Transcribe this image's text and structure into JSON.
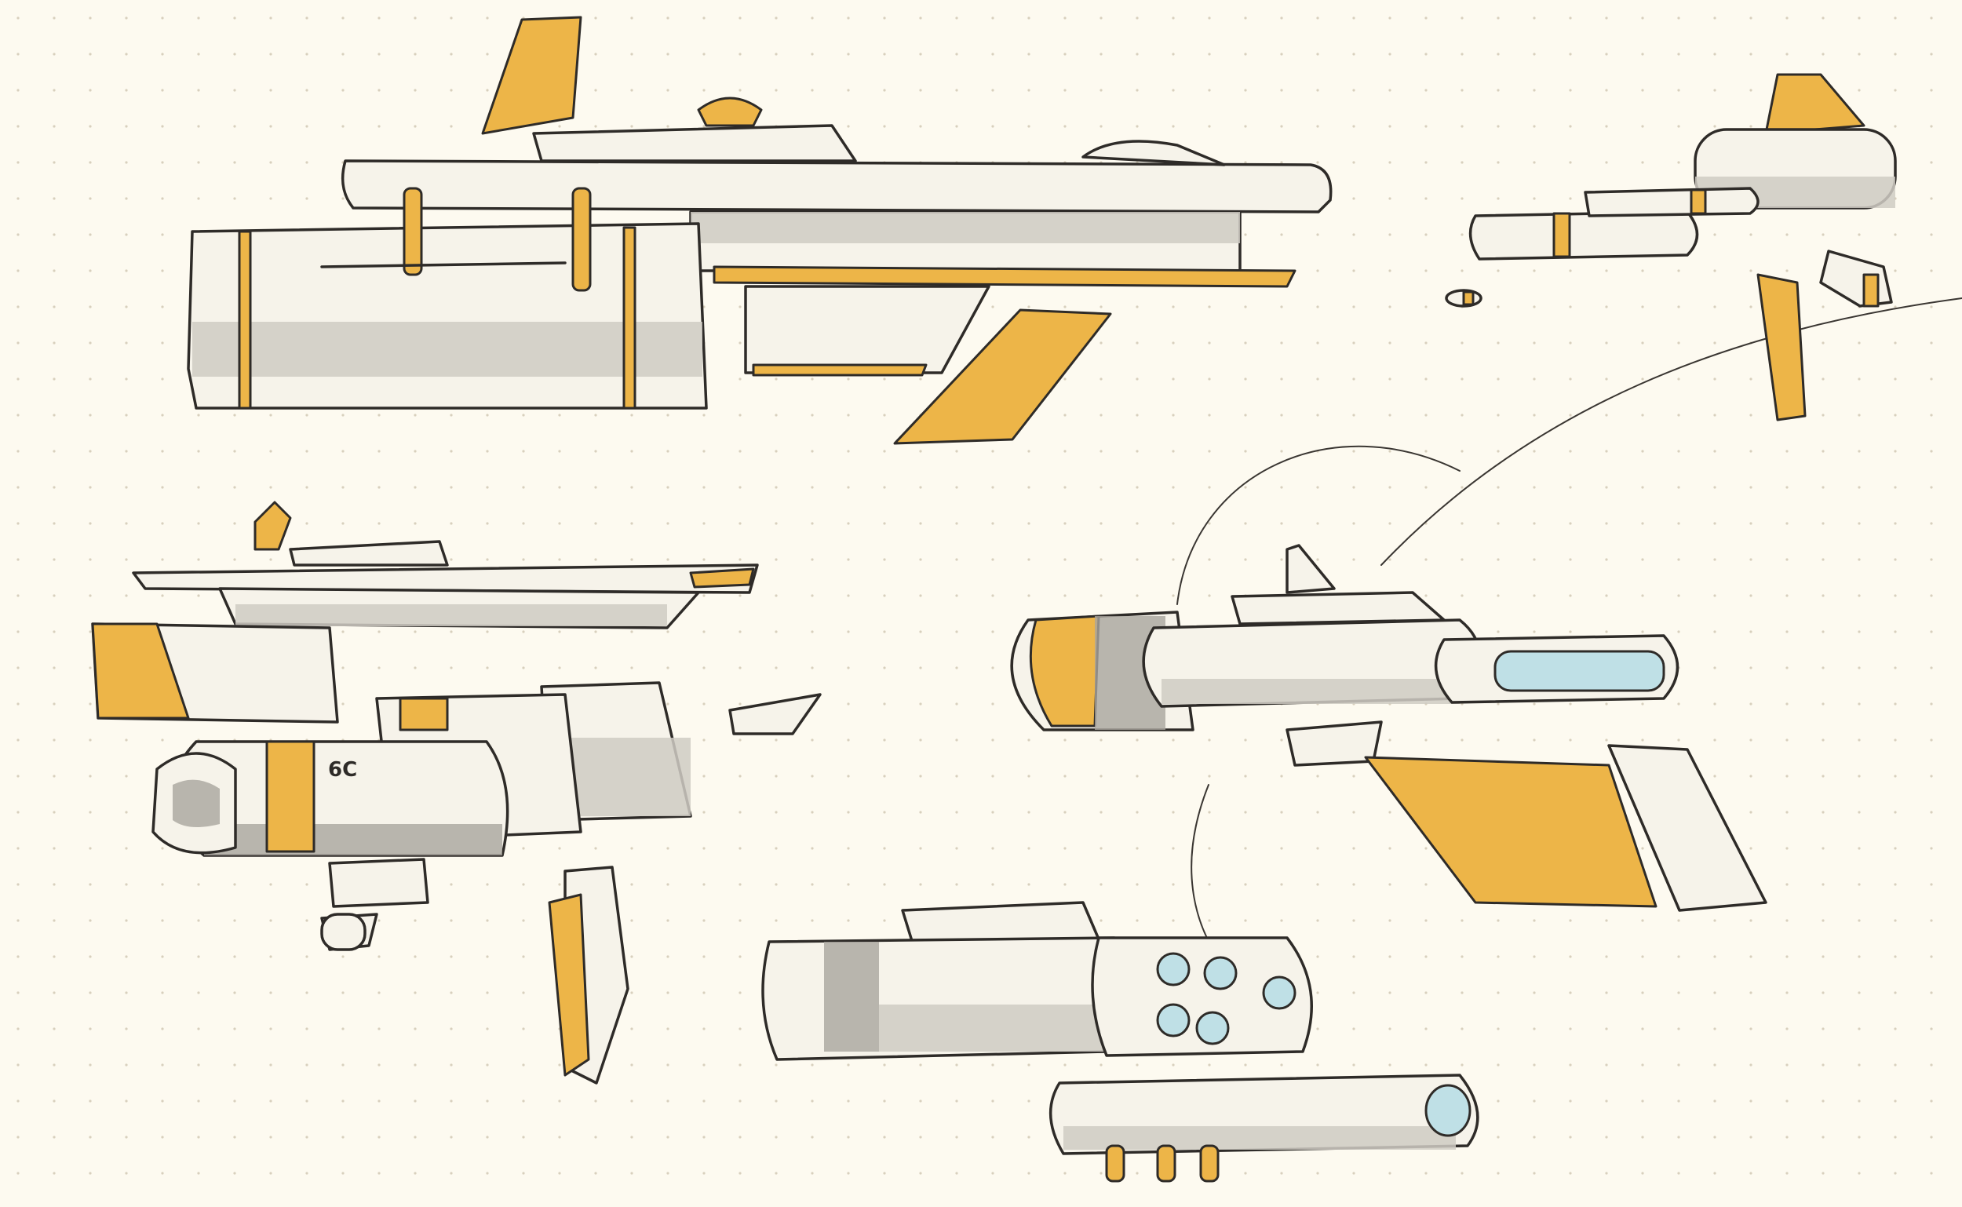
{
  "artwork": {
    "description": "Hand-drawn marker sketch sheet of spaceship concept designs on cream dotted paper",
    "palette": {
      "paper": "#fdfaf0",
      "ink": "#2e2b28",
      "accent_amber": "#edb548",
      "hull_light": "#f6f3ea",
      "shadow_gray": "#cfcbc3",
      "glass_blue": "#bfe0e6"
    },
    "ships": [
      {
        "id": "top-left-carrier",
        "view": "side"
      },
      {
        "id": "top-right-fighter",
        "view": "three-quarter"
      },
      {
        "id": "mid-left-deck",
        "view": "side"
      },
      {
        "id": "bottom-left-gunship",
        "view": "three-quarter",
        "hull_marking": "6C"
      },
      {
        "id": "center-right-cruiser",
        "view": "three-quarter"
      },
      {
        "id": "bottom-center-frigate",
        "view": "three-quarter"
      }
    ],
    "hull_marking": "6C"
  }
}
